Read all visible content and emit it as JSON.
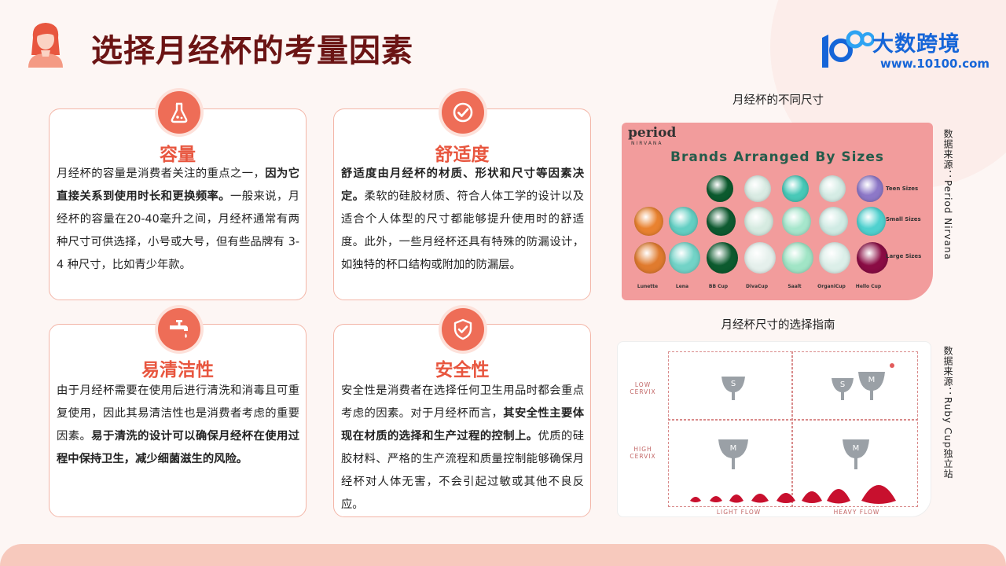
{
  "header": {
    "title": "选择月经杯的考量因素",
    "logo_name": "大数跨境",
    "logo_url": "www.10100.com"
  },
  "cards": [
    {
      "title": "容量",
      "icon": "flask-icon",
      "segments": [
        {
          "text": "月经杯的容量是消费者关注的重点之一，",
          "bold": false
        },
        {
          "text": "因为它直接关系到使用时长和更换频率。",
          "bold": true
        },
        {
          "text": "一般来说，月经杯的容量在20-40毫升之间，月经杯通常有两种尺寸可供选择，小号或大号，但有些品牌有 3-4 种尺寸，比如青少年款。",
          "bold": false
        }
      ]
    },
    {
      "title": "舒适度",
      "icon": "check-circle-icon",
      "segments": [
        {
          "text": "舒适度由月经杯的材质、形状和尺寸等因素决定。",
          "bold": true
        },
        {
          "text": "柔软的硅胶材质、符合人体工学的设计以及适合个人体型的尺寸都能够提升使用时的舒适度。此外，一些月经杯还具有特殊的防漏设计，如独特的杯口结构或附加的防漏层。",
          "bold": false
        }
      ]
    },
    {
      "title": "易清洁性",
      "icon": "faucet-icon",
      "segments": [
        {
          "text": "由于月经杯需要在使用后进行清洗和消毒且可重复使用，因此其易清洁性也是消费者考虑的重要因素。",
          "bold": false
        },
        {
          "text": "易于清洗的设计可以确保月经杯在使用过程中保持卫生，减少细菌滋生的风险。",
          "bold": true
        }
      ]
    },
    {
      "title": "安全性",
      "icon": "shield-check-icon",
      "segments": [
        {
          "text": "安全性是消费者在选择任何卫生用品时都会重点考虑的因素。对于月经杯而言，",
          "bold": false
        },
        {
          "text": "其安全性主要体现在材质的选择和生产过程的控制上。",
          "bold": true
        },
        {
          "text": "优质的硅胶材料、严格的生产流程和质量控制能够确保月经杯对人体无害，不会引起过敏或其他不良反应。",
          "bold": false
        }
      ]
    }
  ],
  "figure1": {
    "caption": "月经杯的不同尺寸",
    "source": "数据来源：Period Nirvana",
    "brand": "period",
    "brand_sub": "NIRVANA",
    "title": "Brands Arranged By Sizes",
    "row_labels": [
      "Teen Sizes",
      "Small Sizes",
      "Large Sizes"
    ],
    "brands": [
      "Lunette",
      "Lena",
      "BB Cup",
      "DivaCup",
      "Saalt",
      "OrganiCup",
      "Hello Cup"
    ]
  },
  "figure2": {
    "caption": "月经杯尺寸的选择指南",
    "source": "数据来源：Ruby Cup独立站",
    "low_cervix": "LOW\nCERVIX",
    "high_cervix": "HIGH\nCERVIX",
    "light_flow": "LIGHT FLOW",
    "heavy_flow": "HEAVY FLOW",
    "size_small": "S",
    "size_medium": "M"
  },
  "colors": {
    "accent": "#e8563f",
    "title": "#6b1414",
    "brand": "#1565d8",
    "card_border": "#f3b6a8"
  }
}
